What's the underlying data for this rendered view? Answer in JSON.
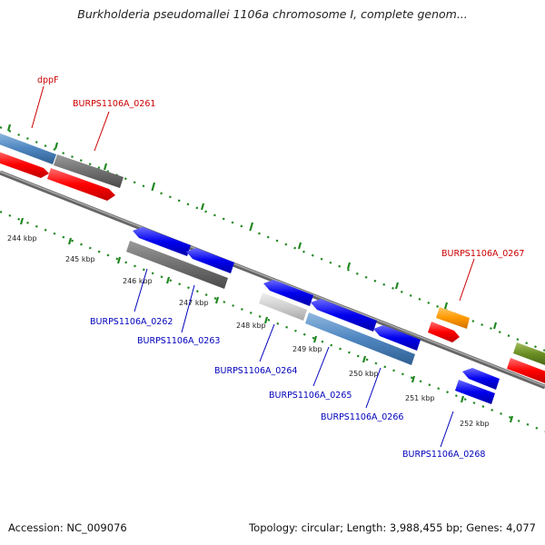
{
  "header": {
    "title": "Burkholderia pseudomallei 1106a chromosome I, complete genom..."
  },
  "footer": {
    "accession": "Accession: NC_009076",
    "summary": "Topology: circular; Length: 3,988,455 bp; Genes: 4,077"
  },
  "ticks": [
    "244 kbp",
    "245 kbp",
    "246 kbp",
    "247 kbp",
    "248 kbp",
    "249 kbp",
    "250 kbp",
    "251 kbp",
    "252 kbp"
  ],
  "genes": {
    "dppF": "dppF",
    "g0261": "BURPS1106A_0261",
    "g0262": "BURPS1106A_0262",
    "g0263": "BURPS1106A_0263",
    "g0264": "BURPS1106A_0264",
    "g0265": "BURPS1106A_0265",
    "g0266": "BURPS1106A_0266",
    "g0267": "BURPS1106A_0267",
    "g0268": "BURPS1106A_0268"
  },
  "colors": {
    "forward_label": "#cc0000",
    "reverse_label": "#0000bb",
    "tick": "#228822",
    "backbone": "#888888"
  }
}
